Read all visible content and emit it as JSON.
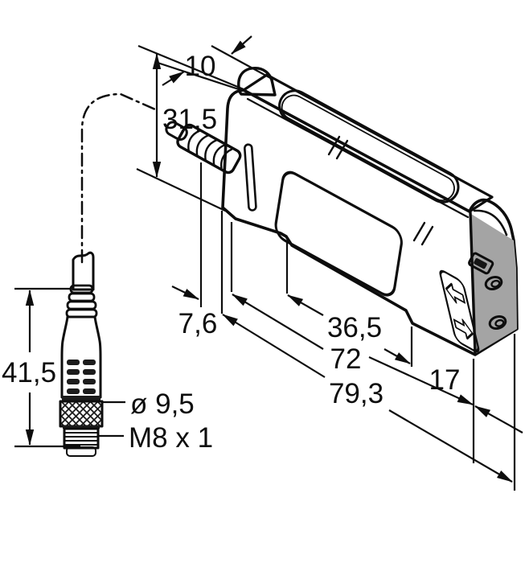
{
  "drawing": {
    "subject": "fiber-amplifier-dimension-drawing-with-m8-pigtail",
    "background": "#ffffff",
    "line_color": "#0d0d0d",
    "body_color": "#adadad",
    "labels": {
      "top_width": "10",
      "housing_height": "31,5",
      "gland_protrusion": "7,6",
      "clip_spacing": "36,5",
      "housing_length": "72",
      "overall_length": "79,3",
      "end_depth": "17",
      "connector_length": "41,5",
      "connector_diameter": "ø 9,5",
      "connector_thread": "M8 x 1"
    }
  }
}
